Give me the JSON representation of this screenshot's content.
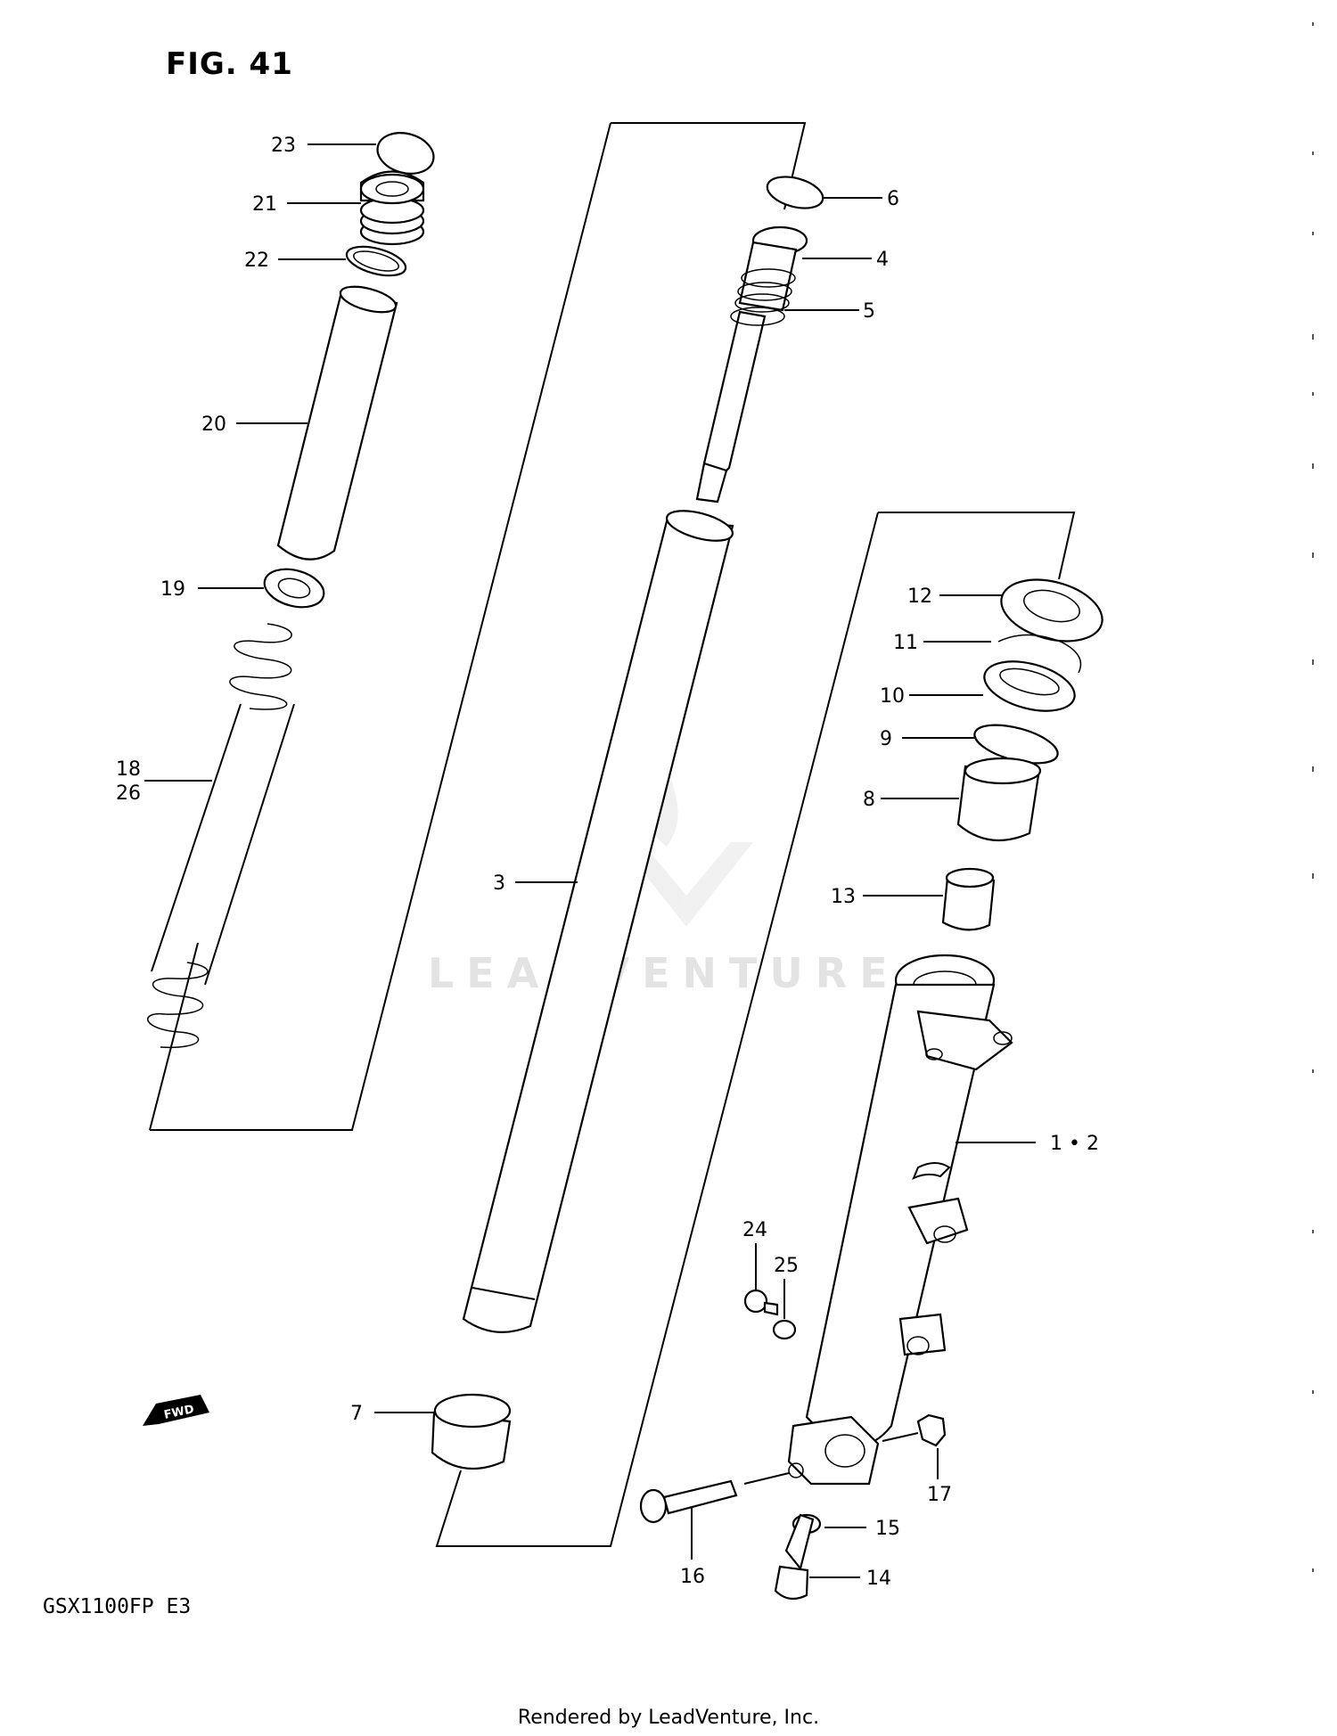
{
  "figure_title": "FIG. 41",
  "model_code": "GSX1100FP E3",
  "footer": "Rendered by LeadVenture, Inc.",
  "watermark": "LEADVENTURE",
  "fwd_marker": "FWD",
  "callouts": {
    "p23": "23",
    "p21": "21",
    "p22": "22",
    "p20": "20",
    "p19": "19",
    "p18": "18",
    "p26": "26",
    "p6": "6",
    "p4": "4",
    "p5": "5",
    "p3": "3",
    "p7": "7",
    "p12": "12",
    "p11": "11",
    "p10": "10",
    "p9": "9",
    "p8": "8",
    "p13": "13",
    "p1_2": "1 • 2",
    "p24": "24",
    "p25": "25",
    "p17": "17",
    "p15": "15",
    "p16": "16",
    "p14": "14"
  }
}
